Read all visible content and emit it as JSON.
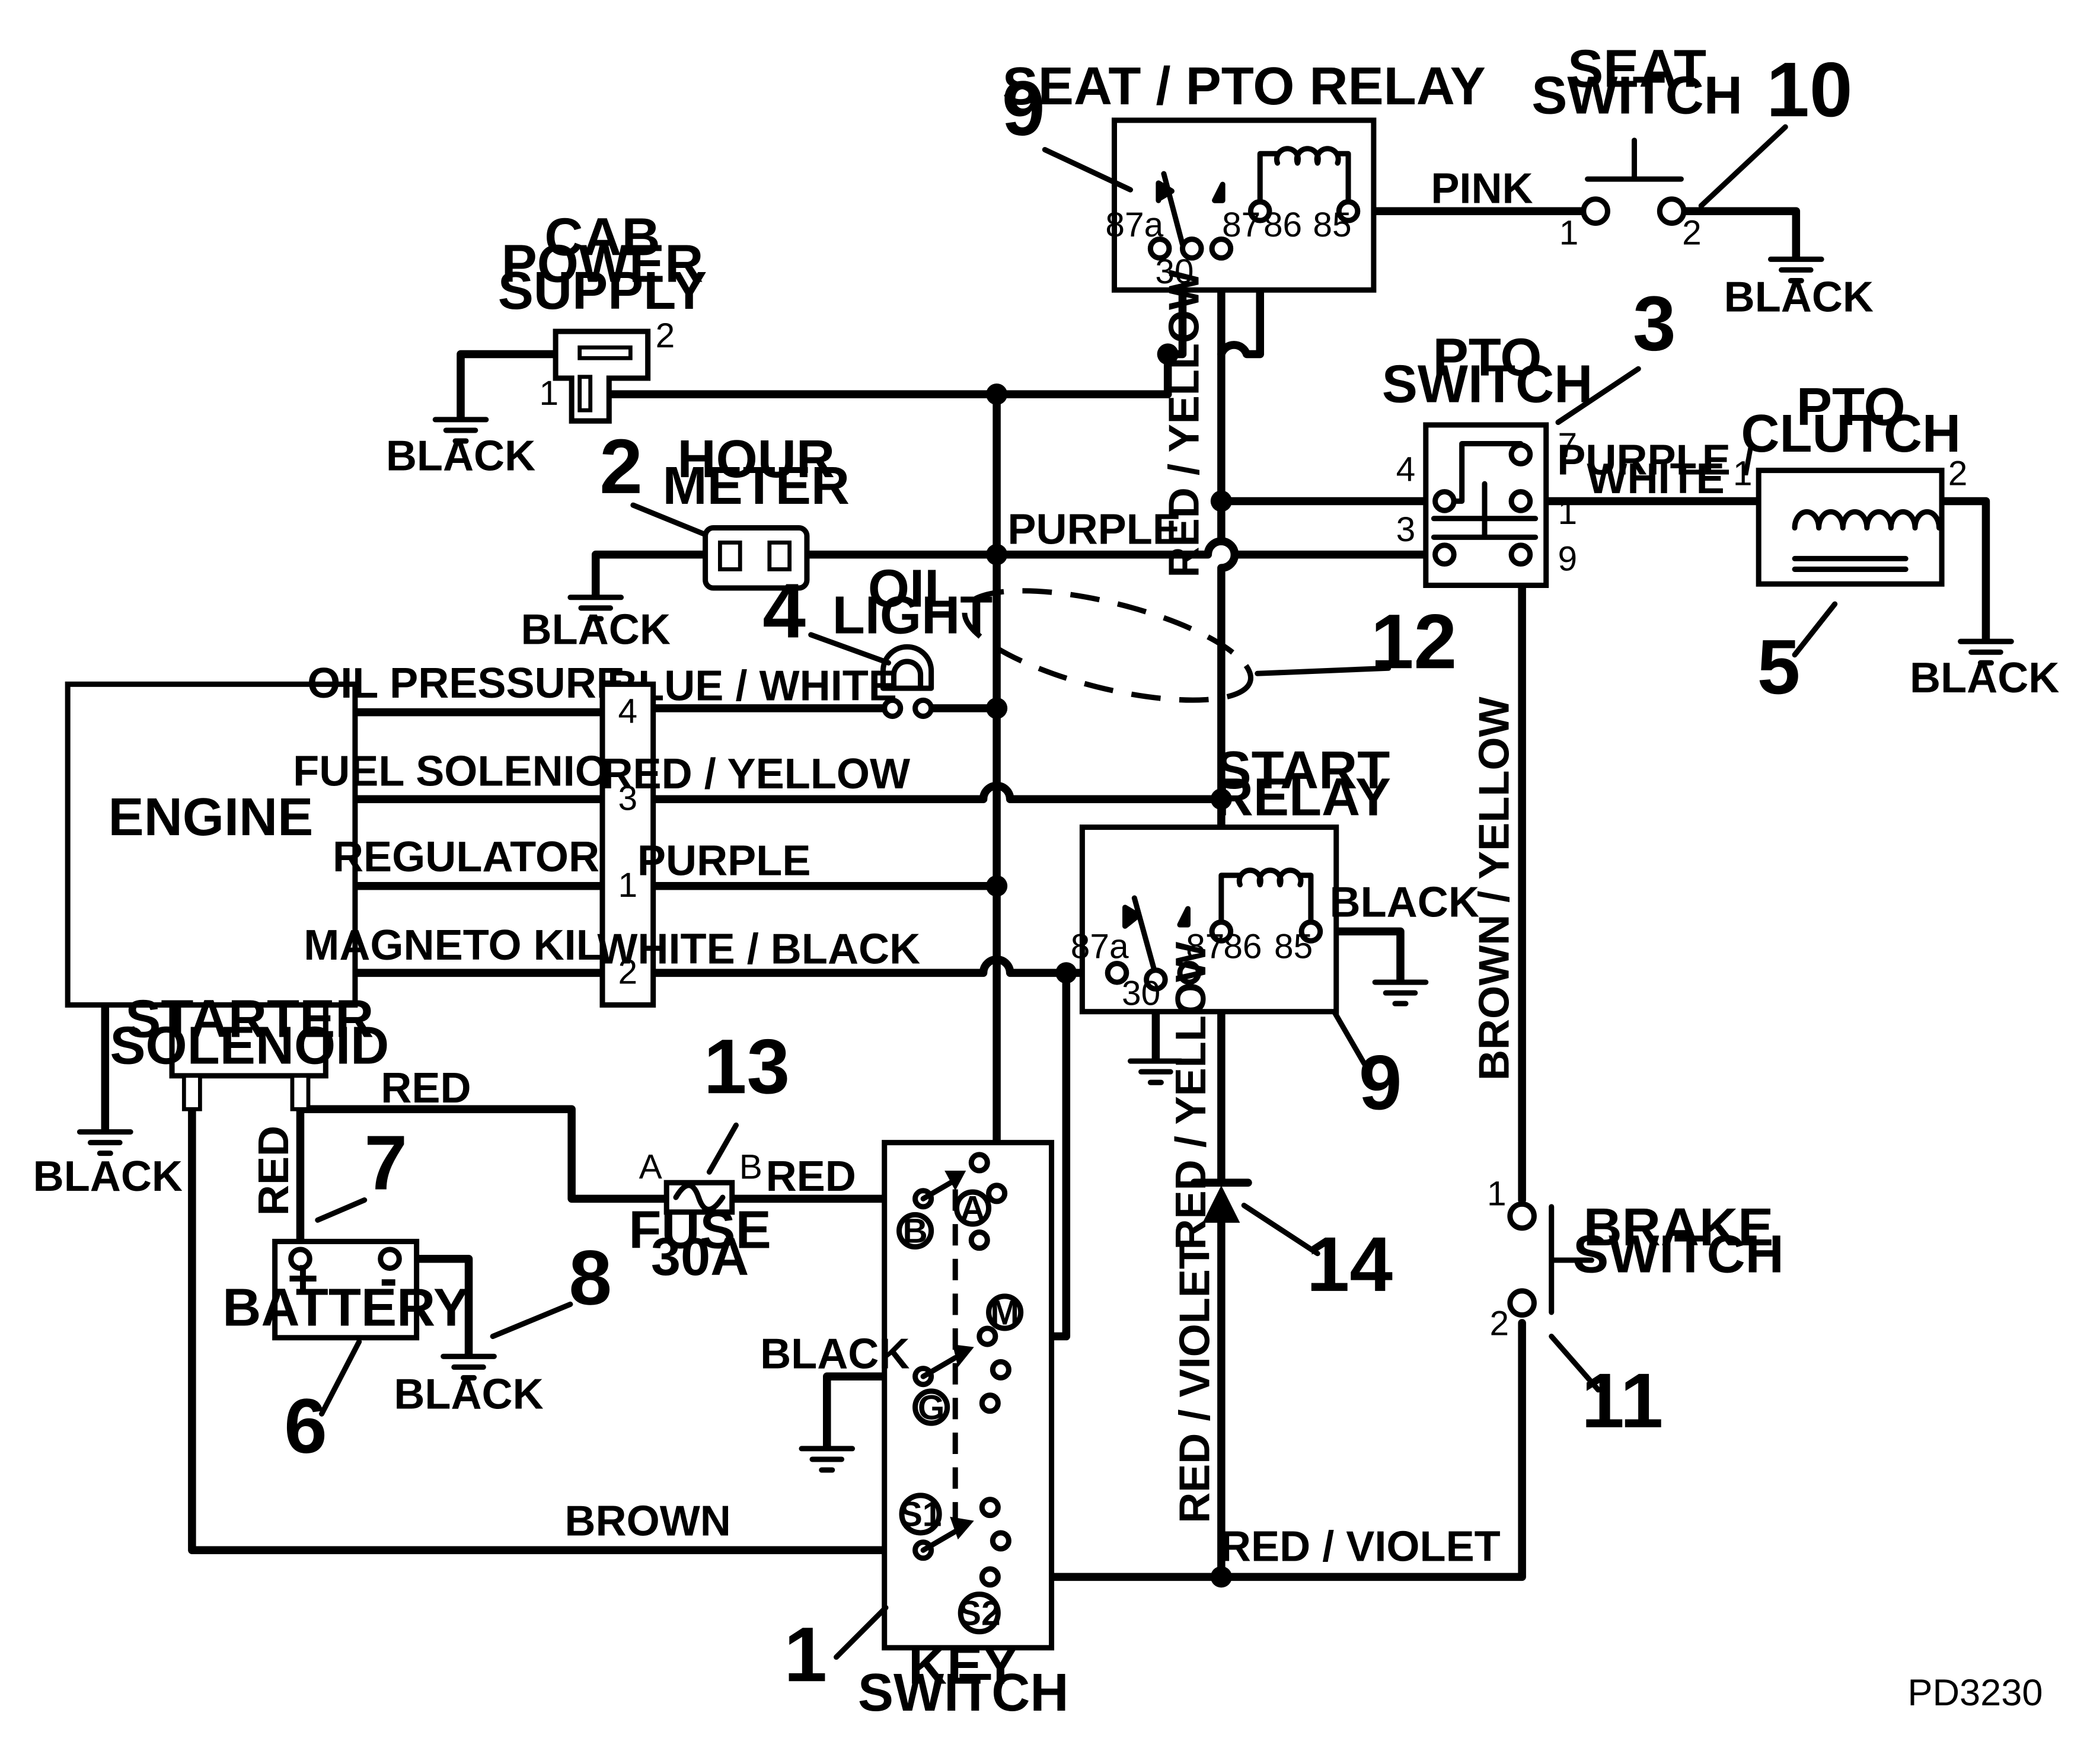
{
  "components": {
    "seat_pto_relay": "SEAT / PTO RELAY",
    "seat_switch": [
      "SEAT",
      "SWITCH"
    ],
    "cab_power_supply": [
      "CAB",
      "POWER",
      "SUPPLY"
    ],
    "hour_meter": [
      "HOUR",
      "METER"
    ],
    "pto_switch": [
      "PTO",
      "SWITCH"
    ],
    "pto_clutch": [
      "PTO",
      "CLUTCH"
    ],
    "oil_light": [
      "OIL",
      "LIGHT"
    ],
    "engine": "ENGINE",
    "start_relay": [
      "START",
      "RELAY"
    ],
    "starter_solenoid": [
      "STARTER",
      "SOLENOID"
    ],
    "fuse": [
      "FUSE",
      "30A"
    ],
    "battery": "BATTERY",
    "key_switch": [
      "KEY",
      "SWITCH"
    ],
    "brake_switch": [
      "BRAKE",
      "SWITCH"
    ]
  },
  "engine_connections": [
    "OIL PRESSURE",
    "FUEL SOLENIOD",
    "REGULATOR",
    "MAGNETO KILL"
  ],
  "engine_pins": [
    "4",
    "3",
    "1",
    "2"
  ],
  "wires": {
    "pink": "PINK",
    "red_yellow_vertical": "RED / YELLOW",
    "purple_white": [
      "PURPLE /",
      "WHITE"
    ],
    "purple": "PURPLE",
    "blue_white": "BLUE / WHITE",
    "red_yellow": "RED / YELLOW",
    "white_black": "WHITE / BLACK",
    "red": "RED",
    "brown": "BROWN",
    "red_violet": "RED / VIOLET",
    "brown_yellow": "BROWN / YELLOW"
  },
  "ground_label": "BLACK",
  "relay_pins": [
    "87a",
    "30",
    "87",
    "86",
    "85"
  ],
  "key_switch_terminals": [
    "A",
    "B",
    "M",
    "G",
    "S1",
    "S2"
  ],
  "battery_polarity": [
    "+",
    "-"
  ],
  "fuse_terminals": [
    "A",
    "B"
  ],
  "callouts": [
    "1",
    "2",
    "3",
    "4",
    "5",
    "6",
    "7",
    "8",
    "9",
    "10",
    "11",
    "12",
    "13",
    "14"
  ],
  "pin_numbers": {
    "cab": [
      "1",
      "2"
    ],
    "seat_switch": [
      "1",
      "2"
    ],
    "pto_switch": [
      "4",
      "3",
      "7",
      "1",
      "9"
    ],
    "pto_clutch": [
      "1",
      "2"
    ],
    "brake_switch": [
      "1",
      "2"
    ]
  },
  "drawing_number": "PD3230"
}
